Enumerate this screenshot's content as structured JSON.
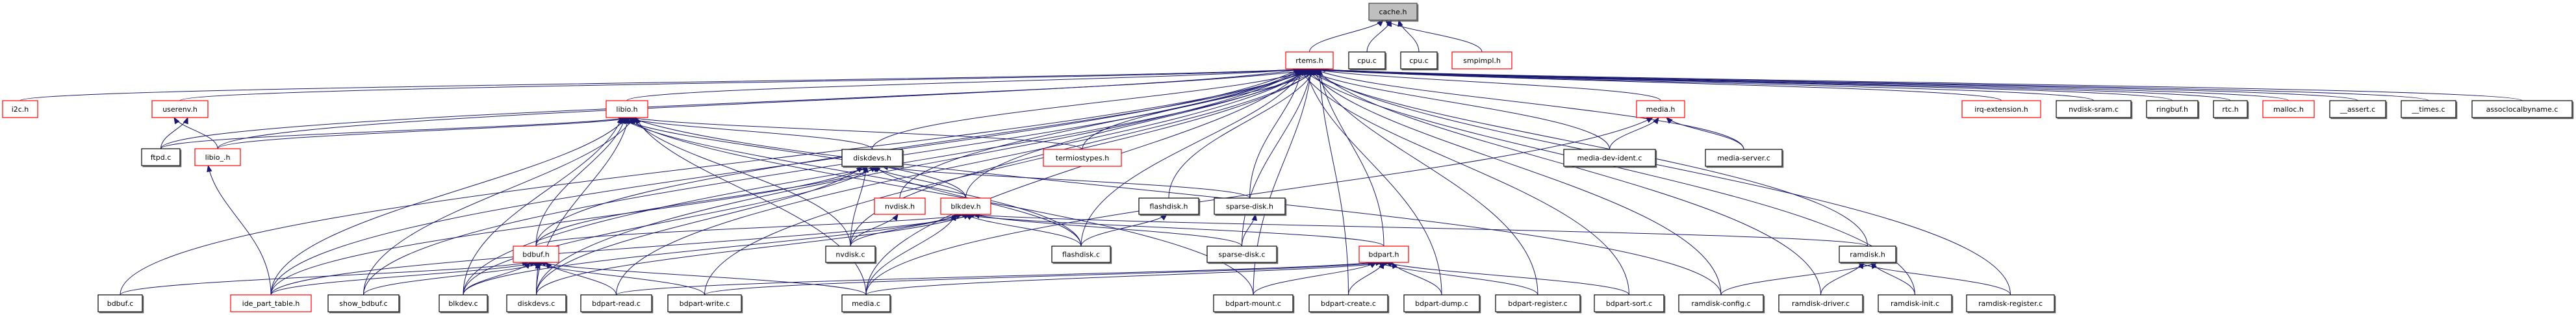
{
  "graph": {
    "title": "cache.h",
    "colors": {
      "edge": "#191970",
      "root_fill": "#bfbfbf",
      "root_border": "#404040",
      "normal_border": "#000000",
      "truncated_border": "#ff0000",
      "fill": "#ffffff"
    },
    "nodes": [
      {
        "id": "cache_h",
        "label": "cache.h",
        "kind": "root"
      },
      {
        "id": "rtems_h",
        "label": "rtems.h",
        "kind": "truncated"
      },
      {
        "id": "cpu_c_1",
        "label": "cpu.c",
        "kind": "normal"
      },
      {
        "id": "cpu_c_2",
        "label": "cpu.c",
        "kind": "normal"
      },
      {
        "id": "smpimpl_h",
        "label": "smpimpl.h",
        "kind": "truncated"
      },
      {
        "id": "i2c_h",
        "label": "i2c.h",
        "kind": "truncated"
      },
      {
        "id": "userenv_h",
        "label": "userenv.h",
        "kind": "truncated"
      },
      {
        "id": "libio_h",
        "label": "libio.h",
        "kind": "truncated"
      },
      {
        "id": "media_h",
        "label": "media.h",
        "kind": "truncated"
      },
      {
        "id": "irq_extension_h",
        "label": "irq-extension.h",
        "kind": "truncated"
      },
      {
        "id": "nvdisk_sram_c",
        "label": "nvdisk-sram.c",
        "kind": "normal"
      },
      {
        "id": "ringbuf_h",
        "label": "ringbuf.h",
        "kind": "normal"
      },
      {
        "id": "rtc_h",
        "label": "rtc.h",
        "kind": "normal"
      },
      {
        "id": "malloc_h",
        "label": "malloc.h",
        "kind": "truncated"
      },
      {
        "id": "assert_c",
        "label": "__assert.c",
        "kind": "normal"
      },
      {
        "id": "times_c",
        "label": "__times.c",
        "kind": "normal"
      },
      {
        "id": "assoclocalbyname_c",
        "label": "assoclocalbyname.c",
        "kind": "normal"
      },
      {
        "id": "ftpd_c",
        "label": "ftpd.c",
        "kind": "normal"
      },
      {
        "id": "libio__h",
        "label": "libio_.h",
        "kind": "truncated"
      },
      {
        "id": "diskdevs_h",
        "label": "diskdevs.h",
        "kind": "normal"
      },
      {
        "id": "termiostypes_h",
        "label": "termiostypes.h",
        "kind": "truncated"
      },
      {
        "id": "media_dev_ident_c",
        "label": "media-dev-ident.c",
        "kind": "normal"
      },
      {
        "id": "media_server_c",
        "label": "media-server.c",
        "kind": "normal"
      },
      {
        "id": "nvdisk_h",
        "label": "nvdisk.h",
        "kind": "truncated"
      },
      {
        "id": "blkdev_h",
        "label": "blkdev.h",
        "kind": "truncated"
      },
      {
        "id": "flashdisk_h",
        "label": "flashdisk.h",
        "kind": "normal"
      },
      {
        "id": "sparse_disk_h",
        "label": "sparse-disk.h",
        "kind": "normal"
      },
      {
        "id": "bdbuf_h",
        "label": "bdbuf.h",
        "kind": "truncated"
      },
      {
        "id": "nvdisk_c",
        "label": "nvdisk.c",
        "kind": "normal"
      },
      {
        "id": "flashdisk_c",
        "label": "flashdisk.c",
        "kind": "normal"
      },
      {
        "id": "sparse_disk_c",
        "label": "sparse-disk.c",
        "kind": "normal"
      },
      {
        "id": "bdpart_h",
        "label": "bdpart.h",
        "kind": "truncated"
      },
      {
        "id": "ramdisk_h",
        "label": "ramdisk.h",
        "kind": "normal"
      },
      {
        "id": "bdbuf_c",
        "label": "bdbuf.c",
        "kind": "normal"
      },
      {
        "id": "ide_part_table_h",
        "label": "ide_part_table.h",
        "kind": "truncated"
      },
      {
        "id": "show_bdbuf_c",
        "label": "show_bdbuf.c",
        "kind": "normal"
      },
      {
        "id": "blkdev_c",
        "label": "blkdev.c",
        "kind": "normal"
      },
      {
        "id": "diskdevs_c",
        "label": "diskdevs.c",
        "kind": "normal"
      },
      {
        "id": "bdpart_read_c",
        "label": "bdpart-read.c",
        "kind": "normal"
      },
      {
        "id": "bdpart_write_c",
        "label": "bdpart-write.c",
        "kind": "normal"
      },
      {
        "id": "media_c",
        "label": "media.c",
        "kind": "normal"
      },
      {
        "id": "bdpart_mount_c",
        "label": "bdpart-mount.c",
        "kind": "normal"
      },
      {
        "id": "bdpart_create_c",
        "label": "bdpart-create.c",
        "kind": "normal"
      },
      {
        "id": "bdpart_dump_c",
        "label": "bdpart-dump.c",
        "kind": "normal"
      },
      {
        "id": "bdpart_register_c",
        "label": "bdpart-register.c",
        "kind": "normal"
      },
      {
        "id": "bdpart_sort_c",
        "label": "bdpart-sort.c",
        "kind": "normal"
      },
      {
        "id": "ramdisk_config_c",
        "label": "ramdisk-config.c",
        "kind": "normal"
      },
      {
        "id": "ramdisk_driver_c",
        "label": "ramdisk-driver.c",
        "kind": "normal"
      },
      {
        "id": "ramdisk_init_c",
        "label": "ramdisk-init.c",
        "kind": "normal"
      },
      {
        "id": "ramdisk_register_c",
        "label": "ramdisk-register.c",
        "kind": "normal"
      }
    ],
    "edges": [
      [
        "rtems_h",
        "cache_h"
      ],
      [
        "cpu_c_1",
        "cache_h"
      ],
      [
        "cpu_c_2",
        "cache_h"
      ],
      [
        "smpimpl_h",
        "cache_h"
      ],
      [
        "i2c_h",
        "rtems_h"
      ],
      [
        "userenv_h",
        "rtems_h"
      ],
      [
        "libio_h",
        "rtems_h"
      ],
      [
        "media_h",
        "rtems_h"
      ],
      [
        "irq_extension_h",
        "rtems_h"
      ],
      [
        "nvdisk_sram_c",
        "rtems_h"
      ],
      [
        "ringbuf_h",
        "rtems_h"
      ],
      [
        "rtc_h",
        "rtems_h"
      ],
      [
        "malloc_h",
        "rtems_h"
      ],
      [
        "assert_c",
        "rtems_h"
      ],
      [
        "times_c",
        "rtems_h"
      ],
      [
        "assoclocalbyname_c",
        "rtems_h"
      ],
      [
        "ftpd_c",
        "rtems_h"
      ],
      [
        "libio__h",
        "rtems_h"
      ],
      [
        "diskdevs_h",
        "rtems_h"
      ],
      [
        "termiostypes_h",
        "rtems_h"
      ],
      [
        "media_dev_ident_c",
        "rtems_h"
      ],
      [
        "media_server_c",
        "rtems_h"
      ],
      [
        "nvdisk_h",
        "rtems_h"
      ],
      [
        "blkdev_h",
        "rtems_h"
      ],
      [
        "flashdisk_h",
        "rtems_h"
      ],
      [
        "sparse_disk_h",
        "rtems_h"
      ],
      [
        "bdbuf_h",
        "rtems_h"
      ],
      [
        "nvdisk_c",
        "rtems_h"
      ],
      [
        "flashdisk_c",
        "rtems_h"
      ],
      [
        "sparse_disk_c",
        "rtems_h"
      ],
      [
        "bdpart_h",
        "rtems_h"
      ],
      [
        "ramdisk_h",
        "rtems_h"
      ],
      [
        "bdbuf_c",
        "rtems_h"
      ],
      [
        "ide_part_table_h",
        "rtems_h"
      ],
      [
        "show_bdbuf_c",
        "rtems_h"
      ],
      [
        "blkdev_c",
        "rtems_h"
      ],
      [
        "diskdevs_c",
        "rtems_h"
      ],
      [
        "bdpart_read_c",
        "rtems_h"
      ],
      [
        "bdpart_write_c",
        "rtems_h"
      ],
      [
        "media_c",
        "rtems_h"
      ],
      [
        "bdpart_mount_c",
        "rtems_h"
      ],
      [
        "bdpart_create_c",
        "rtems_h"
      ],
      [
        "bdpart_dump_c",
        "rtems_h"
      ],
      [
        "bdpart_register_c",
        "rtems_h"
      ],
      [
        "bdpart_sort_c",
        "rtems_h"
      ],
      [
        "ramdisk_config_c",
        "rtems_h"
      ],
      [
        "ramdisk_driver_c",
        "rtems_h"
      ],
      [
        "ramdisk_init_c",
        "rtems_h"
      ],
      [
        "ramdisk_register_c",
        "rtems_h"
      ],
      [
        "ftpd_c",
        "userenv_h"
      ],
      [
        "libio__h",
        "userenv_h"
      ],
      [
        "ftpd_c",
        "libio_h"
      ],
      [
        "libio__h",
        "libio_h"
      ],
      [
        "diskdevs_h",
        "libio_h"
      ],
      [
        "termiostypes_h",
        "libio_h"
      ],
      [
        "blkdev_h",
        "libio_h"
      ],
      [
        "bdbuf_h",
        "libio_h"
      ],
      [
        "nvdisk_c",
        "libio_h"
      ],
      [
        "flashdisk_c",
        "libio_h"
      ],
      [
        "ide_part_table_h",
        "libio_h"
      ],
      [
        "show_bdbuf_c",
        "libio_h"
      ],
      [
        "blkdev_c",
        "libio_h"
      ],
      [
        "diskdevs_c",
        "libio_h"
      ],
      [
        "media_c",
        "libio_h"
      ],
      [
        "bdpart_mount_c",
        "libio_h"
      ],
      [
        "ramdisk_config_c",
        "libio_h"
      ],
      [
        "ide_part_table_h",
        "libio__h"
      ],
      [
        "media_dev_ident_c",
        "media_h"
      ],
      [
        "media_server_c",
        "media_h"
      ],
      [
        "media_c",
        "media_h"
      ],
      [
        "blkdev_h",
        "diskdevs_h"
      ],
      [
        "bdbuf_h",
        "diskdevs_h"
      ],
      [
        "nvdisk_c",
        "diskdevs_h"
      ],
      [
        "flashdisk_c",
        "diskdevs_h"
      ],
      [
        "sparse_disk_h",
        "diskdevs_h"
      ],
      [
        "ide_part_table_h",
        "diskdevs_h"
      ],
      [
        "blkdev_c",
        "diskdevs_h"
      ],
      [
        "diskdevs_c",
        "diskdevs_h"
      ],
      [
        "nvdisk_c",
        "nvdisk_h"
      ],
      [
        "bdbuf_h",
        "blkdev_h"
      ],
      [
        "nvdisk_c",
        "blkdev_h"
      ],
      [
        "flashdisk_c",
        "blkdev_h"
      ],
      [
        "sparse_disk_c",
        "blkdev_h"
      ],
      [
        "bdpart_h",
        "blkdev_h"
      ],
      [
        "ramdisk_h",
        "blkdev_h"
      ],
      [
        "ide_part_table_h",
        "blkdev_h"
      ],
      [
        "blkdev_c",
        "blkdev_h"
      ],
      [
        "diskdevs_c",
        "blkdev_h"
      ],
      [
        "media_c",
        "blkdev_h"
      ],
      [
        "flashdisk_c",
        "flashdisk_h"
      ],
      [
        "sparse_disk_c",
        "sparse_disk_h"
      ],
      [
        "bdbuf_c",
        "bdbuf_h"
      ],
      [
        "ide_part_table_h",
        "bdbuf_h"
      ],
      [
        "show_bdbuf_c",
        "bdbuf_h"
      ],
      [
        "blkdev_c",
        "bdbuf_h"
      ],
      [
        "diskdevs_c",
        "bdbuf_h"
      ],
      [
        "bdpart_read_c",
        "bdbuf_h"
      ],
      [
        "bdpart_write_c",
        "bdbuf_h"
      ],
      [
        "media_c",
        "bdbuf_h"
      ],
      [
        "bdpart_read_c",
        "bdpart_h"
      ],
      [
        "bdpart_write_c",
        "bdpart_h"
      ],
      [
        "media_c",
        "bdpart_h"
      ],
      [
        "bdpart_mount_c",
        "bdpart_h"
      ],
      [
        "bdpart_create_c",
        "bdpart_h"
      ],
      [
        "bdpart_dump_c",
        "bdpart_h"
      ],
      [
        "bdpart_register_c",
        "bdpart_h"
      ],
      [
        "bdpart_sort_c",
        "bdpart_h"
      ],
      [
        "ramdisk_config_c",
        "ramdisk_h"
      ],
      [
        "ramdisk_driver_c",
        "ramdisk_h"
      ],
      [
        "ramdisk_init_c",
        "ramdisk_h"
      ],
      [
        "ramdisk_register_c",
        "ramdisk_h"
      ]
    ]
  }
}
